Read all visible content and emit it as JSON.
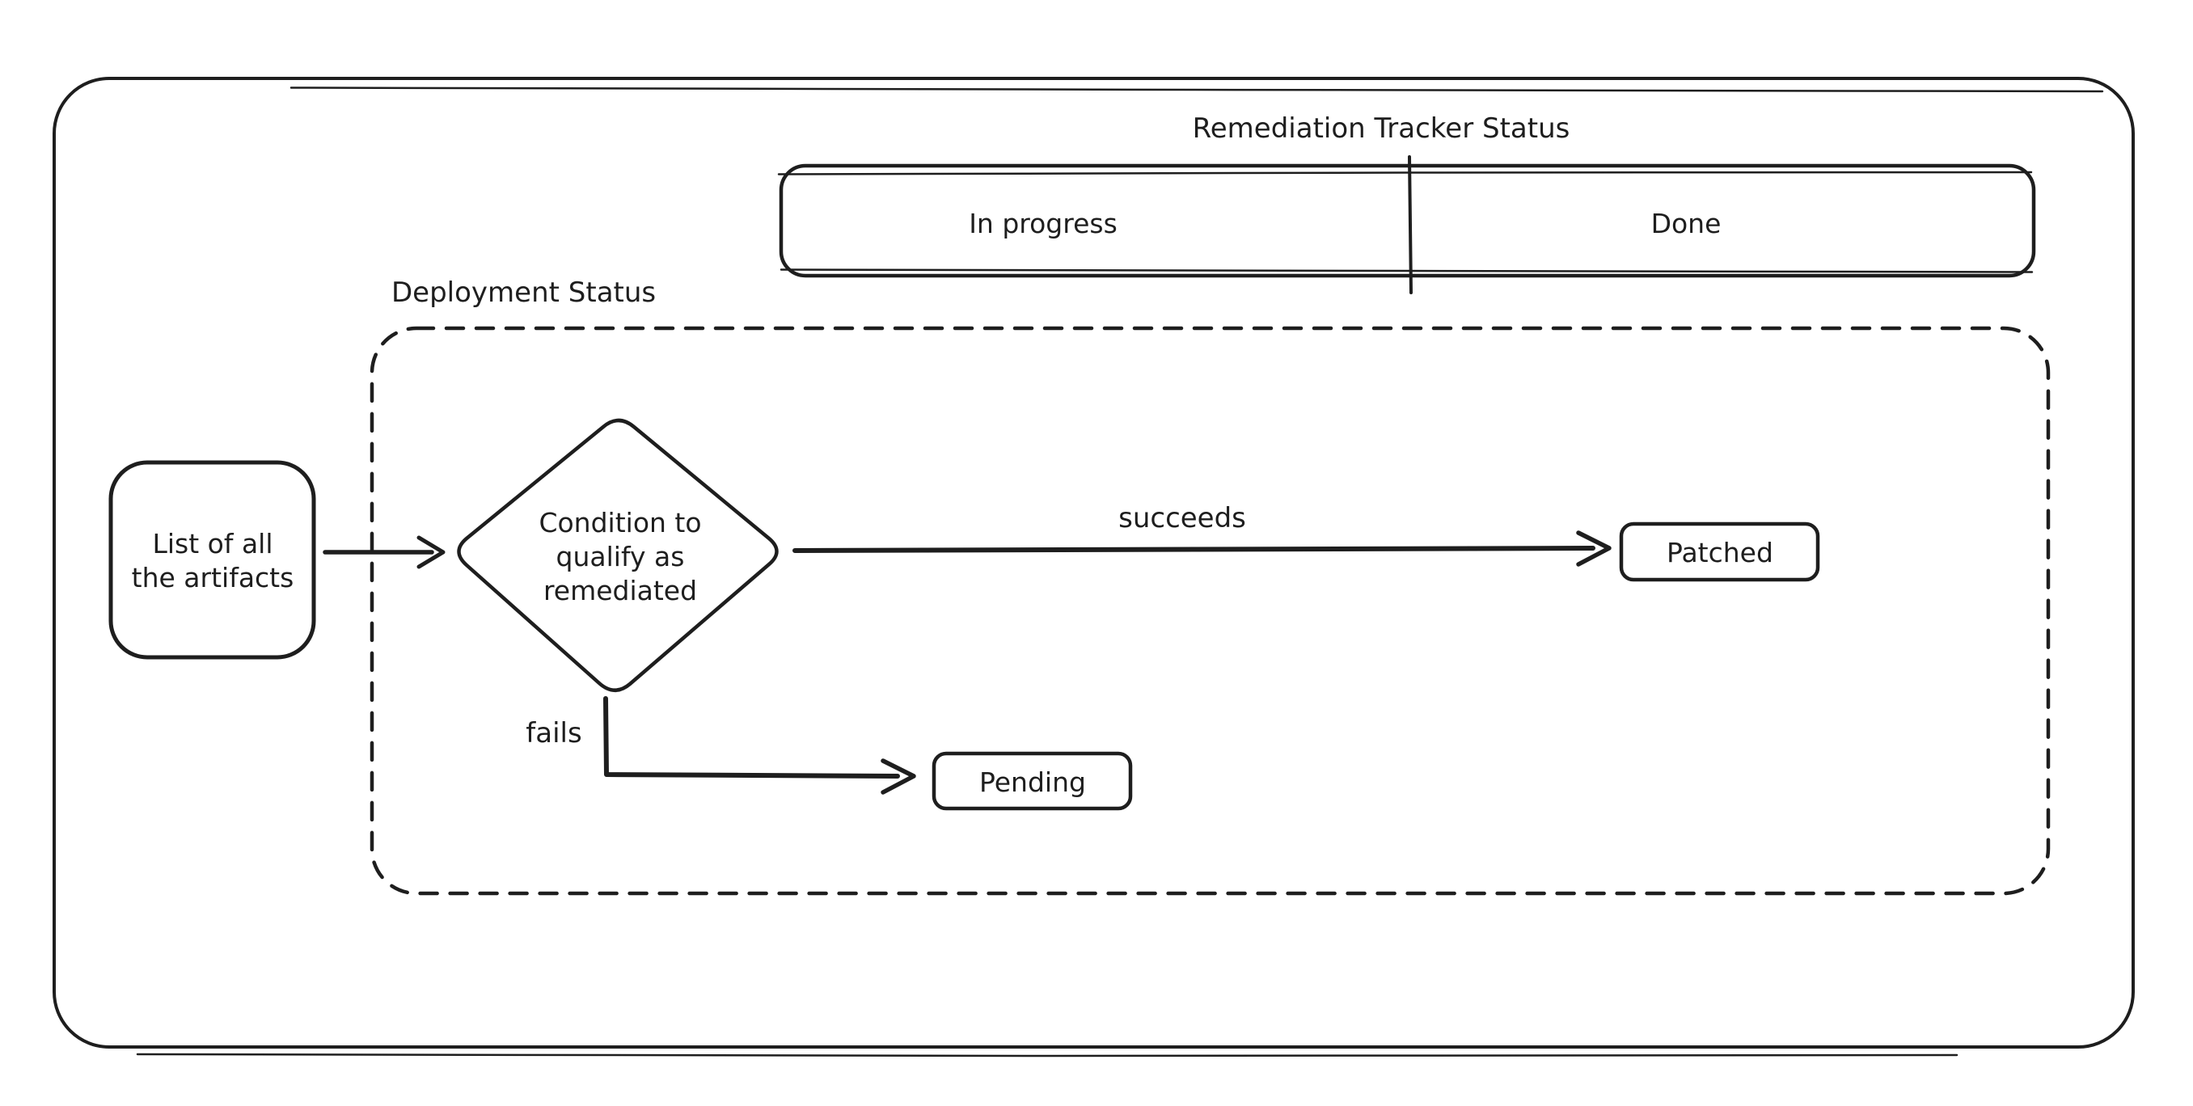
{
  "diagram": {
    "title": "Remediation Tracker Status",
    "tracker": {
      "columns": [
        "In progress",
        "Done"
      ]
    },
    "deployment_group": {
      "label": "Deployment Status"
    },
    "nodes": {
      "artifacts": {
        "line1": "List of all",
        "line2": "the artifacts"
      },
      "decision": {
        "line1": "Condition to",
        "line2": "qualify as",
        "line3": "remediated"
      },
      "patched": {
        "label": "Patched"
      },
      "pending": {
        "label": "Pending"
      }
    },
    "edges": {
      "succeeds": {
        "label": "succeeds"
      },
      "fails": {
        "label": "fails"
      }
    },
    "colors": {
      "ink": "#1e1e1e",
      "background": "#ffffff"
    }
  }
}
